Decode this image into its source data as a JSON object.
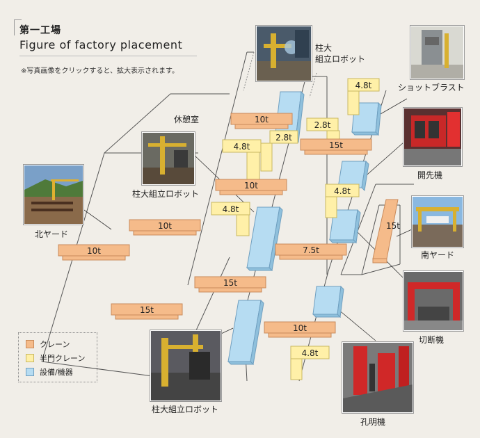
{
  "header": {
    "title_jp": "第一工場",
    "title_en": "Figure of factory placement",
    "note": "※写真画像をクリックすると、拡大表示されます。"
  },
  "areas": {
    "rest_room": "休憩室",
    "north_yard": "北ヤード",
    "south_yard": "南ヤード"
  },
  "machines": {
    "column_robot_top": "柱大\n組立ロボット",
    "column_robot_top_l1": "柱大",
    "column_robot_top_l2": "組立ロボット",
    "shot_blast": "ショットブラスト",
    "beveling": "開先機",
    "column_robot_mid": "柱大組立ロボット",
    "cutting": "切断機",
    "drilling": "孔明機",
    "column_robot_bottom": "柱大組立ロボット"
  },
  "cranes": {
    "c1": "10t",
    "c2": "2.8t",
    "c3": "4.8t",
    "c4": "2.8t",
    "c5": "4.8t",
    "c6": "15t",
    "c7": "10t",
    "c8": "4.8t",
    "c9": "4.8t",
    "c10": "10t",
    "c11": "15t",
    "c12": "10t",
    "c13": "7.5t",
    "c14": "15t",
    "c15": "15t",
    "c16": "10t",
    "c17": "4.8t"
  },
  "legend": {
    "crane": "クレーン",
    "half_gate_crane": "半門クレーン",
    "equipment": "設備/機器"
  },
  "colors": {
    "crane_fill": "#f5bb8a",
    "crane_stroke": "#c98a5a",
    "half_crane_fill": "#fff0a8",
    "half_crane_stroke": "#c9b860",
    "equipment_fill": "#b6dcf2",
    "equipment_stroke": "#6f9fc0",
    "background": "#f1eee8"
  }
}
